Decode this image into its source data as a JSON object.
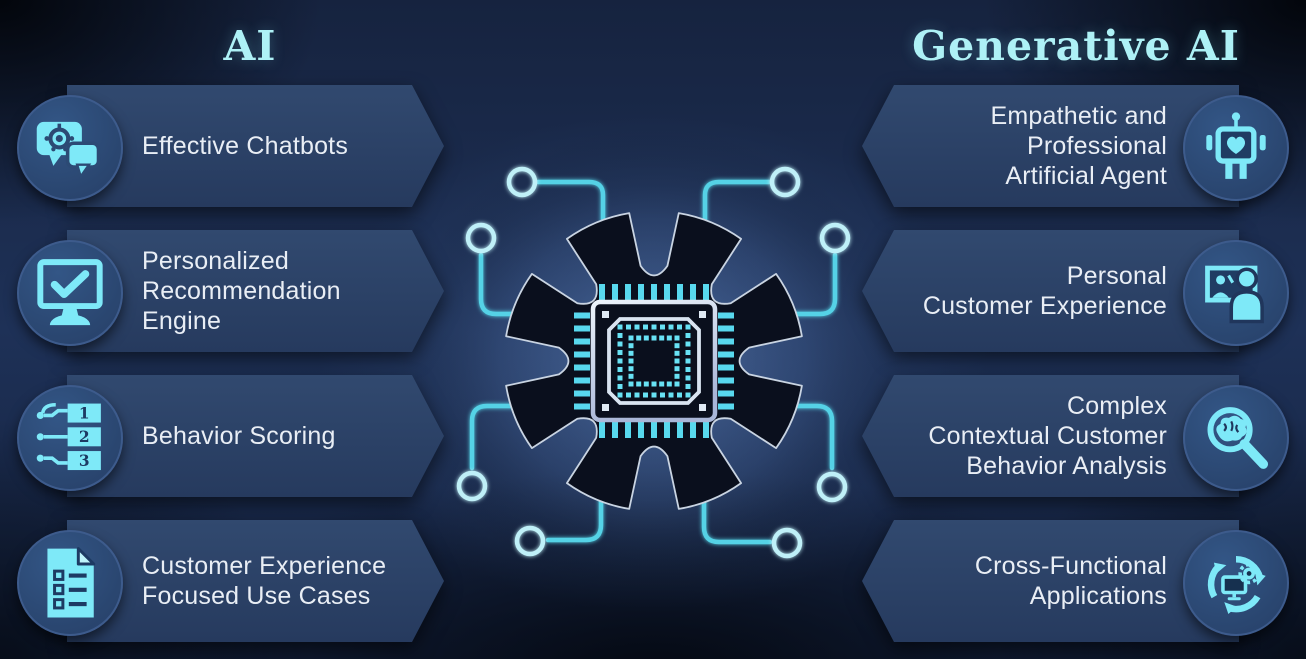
{
  "titles": {
    "left": "AI",
    "right": "Generative AI"
  },
  "left_items": [
    {
      "icon": "chatbot-icon",
      "label": [
        "Effective Chatbots"
      ]
    },
    {
      "icon": "monitor-check-icon",
      "label": [
        "Personalized",
        "Recommendation",
        "Engine"
      ]
    },
    {
      "icon": "ranked-list-icon",
      "label": [
        "Behavior Scoring"
      ]
    },
    {
      "icon": "document-checklist-icon",
      "label": [
        "Customer Experience",
        "Focused Use Cases"
      ]
    }
  ],
  "right_items": [
    {
      "icon": "robot-heart-icon",
      "label": [
        "Empathetic and",
        "Professional",
        "Artificial Agent"
      ]
    },
    {
      "icon": "person-screen-icon",
      "label": [
        "Personal",
        "Customer Experience"
      ]
    },
    {
      "icon": "magnifier-brain-icon",
      "label": [
        "Complex",
        "Contextual Customer",
        "Behavior Analysis"
      ]
    },
    {
      "icon": "cycle-gear-monitor-icon",
      "label": [
        "Cross-Functional",
        "Applications"
      ]
    }
  ],
  "center": {
    "icon": "gear-cpu-chip-icon"
  },
  "colors": {
    "accent": "#7ee9f8",
    "banner": "#2b4166",
    "icon_circle": "#2c4a74",
    "title": "#aef1f6",
    "text": "#e9eef5",
    "circuit": "#54d2e6",
    "gear_fill": "#0a0f1d",
    "chip_outline": "#d9e4f1",
    "background_center": "#2e4a73",
    "background_edge": "#070c16"
  }
}
